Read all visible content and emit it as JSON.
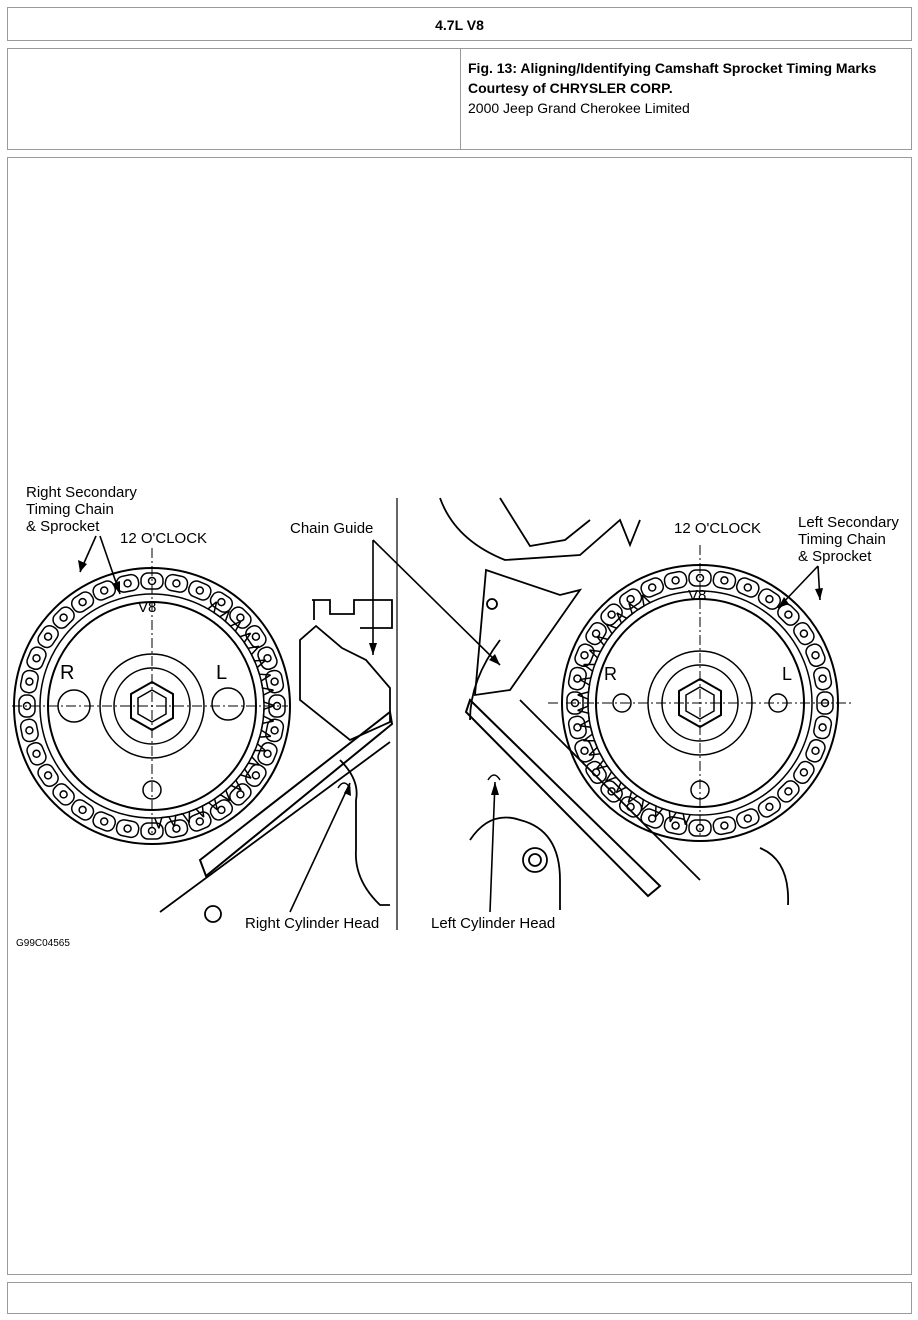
{
  "header": {
    "title": "4.7L V8"
  },
  "caption": {
    "figure_title": "Fig. 13: Aligning/Identifying Camshaft Sprocket Timing Marks",
    "courtesy": "Courtesy of CHRYSLER CORP.",
    "vehicle": "2000 Jeep Grand Cherokee Limited"
  },
  "figure": {
    "labels": {
      "right_chain_1": "Right Secondary",
      "right_chain_2": "Timing Chain",
      "right_chain_3": "& Sprocket",
      "twelve_left": "12 O'CLOCK",
      "chain_guide": "Chain Guide",
      "twelve_right": "12 O'CLOCK",
      "left_chain_1": "Left Secondary",
      "left_chain_2": "Timing Chain",
      "left_chain_3": "& Sprocket",
      "v8_left": "V8",
      "r_left": "R",
      "l_left": "L",
      "v8_right": "V8",
      "r_right": "R",
      "l_right": "L",
      "right_head": "Right Cylinder Head",
      "left_head": "Left Cylinder Head",
      "code": "G99C04565"
    }
  }
}
